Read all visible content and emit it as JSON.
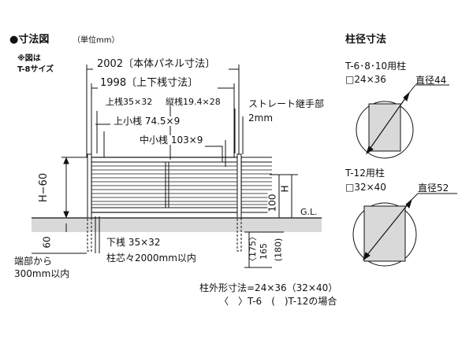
{
  "header": {
    "title": "●寸法図",
    "unit": "（単位mm）",
    "note_line1": "※図は",
    "note_line2": "T-8サイズ"
  },
  "front": {
    "panel_dim": "2002〔本体パネル寸法〕",
    "upper_dim": "1998〔上下桟寸法〕",
    "top_rail": "上桟35×32",
    "vertical_bar": "縦桟19.4×28",
    "straight_joint_line1": "ストレート継手部",
    "straight_joint_line2": "2mm",
    "upper_small_rail": "上小桟 74.5×9",
    "middle_small_rail": "中小桟 103×9",
    "h_minus_60": "H−60",
    "h": "H",
    "dim_100": "100",
    "gl": "G.L.",
    "dim_60": "60",
    "bottom_rail": "下桟 35×32",
    "post_pitch": "柱芯々2000mm以内",
    "from_end_line1": "端部から",
    "from_end_line2": "300mm以内",
    "dim_175": "〈175〉",
    "dim_165": "165",
    "dim_180": "(180)",
    "post_size_line1": "柱外形寸法=24×36（32×40）",
    "post_size_line2": "〈　〉T-6　(　)T-12の場合"
  },
  "post_section": {
    "title": "柱径寸法",
    "type1_name": "T-6･8･10用柱",
    "type1_size": "□24×36",
    "type1_diameter": "直径44",
    "type2_name": "T-12用柱",
    "type2_size": "□32×40",
    "type2_diameter": "直径52"
  },
  "colors": {
    "line": "#111111",
    "ground": "#d9d9d9",
    "post_fill": "#d9d9d9"
  }
}
